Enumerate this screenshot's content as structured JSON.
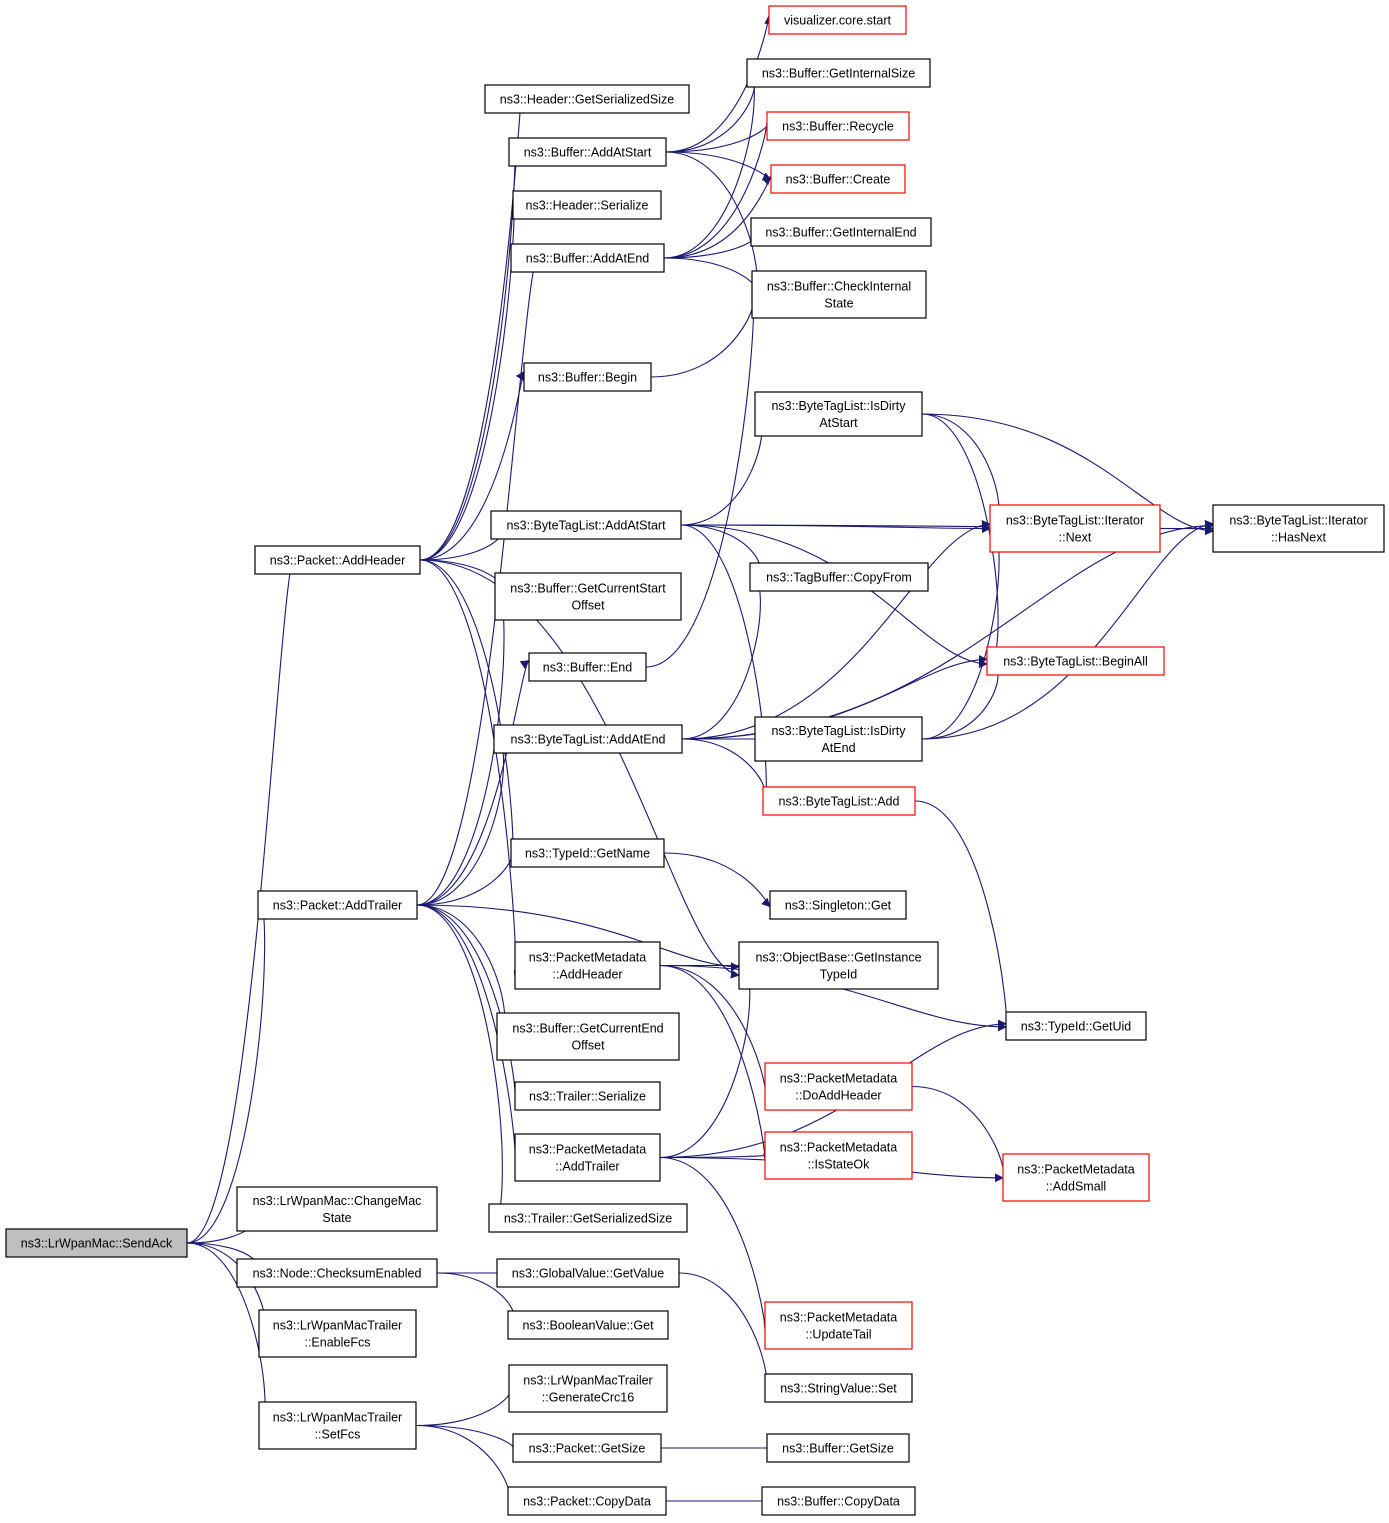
{
  "graph": {
    "nodes": [
      {
        "id": "send_ack",
        "lines": [
          "ns3::LrWpanMac::SendAck"
        ],
        "style": "root"
      },
      {
        "id": "add_header",
        "lines": [
          "ns3::Packet::AddHeader"
        ],
        "style": "normal"
      },
      {
        "id": "add_trailer",
        "lines": [
          "ns3::Packet::AddTrailer"
        ],
        "style": "normal"
      },
      {
        "id": "change_mac_state",
        "lines": [
          "ns3::LrWpanMac::ChangeMac",
          "State"
        ],
        "style": "normal"
      },
      {
        "id": "checksum_enabled",
        "lines": [
          "ns3::Node::ChecksumEnabled"
        ],
        "style": "normal"
      },
      {
        "id": "enable_fcs",
        "lines": [
          "ns3::LrWpanMacTrailer",
          "::EnableFcs"
        ],
        "style": "normal"
      },
      {
        "id": "set_fcs",
        "lines": [
          "ns3::LrWpanMacTrailer",
          "::SetFcs"
        ],
        "style": "normal"
      },
      {
        "id": "hdr_get_serialized_size",
        "lines": [
          "ns3::Header::GetSerializedSize"
        ],
        "style": "normal"
      },
      {
        "id": "buf_add_at_start",
        "lines": [
          "ns3::Buffer::AddAtStart"
        ],
        "style": "normal"
      },
      {
        "id": "hdr_serialize",
        "lines": [
          "ns3::Header::Serialize"
        ],
        "style": "normal"
      },
      {
        "id": "buf_add_at_end",
        "lines": [
          "ns3::Buffer::AddAtEnd"
        ],
        "style": "normal"
      },
      {
        "id": "buf_begin",
        "lines": [
          "ns3::Buffer::Begin"
        ],
        "style": "normal"
      },
      {
        "id": "btl_add_at_start",
        "lines": [
          "ns3::ByteTagList::AddAtStart"
        ],
        "style": "normal"
      },
      {
        "id": "buf_get_current_start_offset",
        "lines": [
          "ns3::Buffer::GetCurrentStart",
          "Offset"
        ],
        "style": "normal"
      },
      {
        "id": "buf_end",
        "lines": [
          "ns3::Buffer::End"
        ],
        "style": "normal"
      },
      {
        "id": "btl_add_at_end",
        "lines": [
          "ns3::ByteTagList::AddAtEnd"
        ],
        "style": "normal"
      },
      {
        "id": "typeid_get_name",
        "lines": [
          "ns3::TypeId::GetName"
        ],
        "style": "normal"
      },
      {
        "id": "pm_add_header",
        "lines": [
          "ns3::PacketMetadata",
          "::AddHeader"
        ],
        "style": "normal"
      },
      {
        "id": "buf_get_current_end_offset",
        "lines": [
          "ns3::Buffer::GetCurrentEnd",
          "Offset"
        ],
        "style": "normal"
      },
      {
        "id": "trl_serialize",
        "lines": [
          "ns3::Trailer::Serialize"
        ],
        "style": "normal"
      },
      {
        "id": "pm_add_trailer",
        "lines": [
          "ns3::PacketMetadata",
          "::AddTrailer"
        ],
        "style": "normal"
      },
      {
        "id": "trl_get_serialized_size",
        "lines": [
          "ns3::Trailer::GetSerializedSize"
        ],
        "style": "normal"
      },
      {
        "id": "gv_get_value",
        "lines": [
          "ns3::GlobalValue::GetValue"
        ],
        "style": "normal"
      },
      {
        "id": "bool_get",
        "lines": [
          "ns3::BooleanValue::Get"
        ],
        "style": "normal"
      },
      {
        "id": "generate_crc16",
        "lines": [
          "ns3::LrWpanMacTrailer",
          "::GenerateCrc16"
        ],
        "style": "normal"
      },
      {
        "id": "pkt_get_size",
        "lines": [
          "ns3::Packet::GetSize"
        ],
        "style": "normal"
      },
      {
        "id": "pkt_copy_data",
        "lines": [
          "ns3::Packet::CopyData"
        ],
        "style": "normal"
      },
      {
        "id": "viz_core_start",
        "lines": [
          "visualizer.core.start"
        ],
        "style": "red"
      },
      {
        "id": "buf_get_internal_size",
        "lines": [
          "ns3::Buffer::GetInternalSize"
        ],
        "style": "normal"
      },
      {
        "id": "buf_recycle",
        "lines": [
          "ns3::Buffer::Recycle"
        ],
        "style": "red"
      },
      {
        "id": "buf_create",
        "lines": [
          "ns3::Buffer::Create"
        ],
        "style": "red"
      },
      {
        "id": "buf_get_internal_end",
        "lines": [
          "ns3::Buffer::GetInternalEnd"
        ],
        "style": "normal"
      },
      {
        "id": "buf_check_internal_state",
        "lines": [
          "ns3::Buffer::CheckInternal",
          "State"
        ],
        "style": "normal"
      },
      {
        "id": "btl_is_dirty_at_start",
        "lines": [
          "ns3::ByteTagList::IsDirty",
          "AtStart"
        ],
        "style": "normal"
      },
      {
        "id": "tagbuf_copy_from",
        "lines": [
          "ns3::TagBuffer::CopyFrom"
        ],
        "style": "normal"
      },
      {
        "id": "btl_is_dirty_at_end",
        "lines": [
          "ns3::ByteTagList::IsDirty",
          "AtEnd"
        ],
        "style": "normal"
      },
      {
        "id": "btl_add",
        "lines": [
          "ns3::ByteTagList::Add"
        ],
        "style": "red"
      },
      {
        "id": "singleton_get",
        "lines": [
          "ns3::Singleton::Get"
        ],
        "style": "normal"
      },
      {
        "id": "ob_get_instance_typeid",
        "lines": [
          "ns3::ObjectBase::GetInstance",
          "TypeId"
        ],
        "style": "normal"
      },
      {
        "id": "pm_do_add_header",
        "lines": [
          "ns3::PacketMetadata",
          "::DoAddHeader"
        ],
        "style": "red"
      },
      {
        "id": "pm_is_state_ok",
        "lines": [
          "ns3::PacketMetadata",
          "::IsStateOk"
        ],
        "style": "red"
      },
      {
        "id": "pm_update_tail",
        "lines": [
          "ns3::PacketMetadata",
          "::UpdateTail"
        ],
        "style": "red"
      },
      {
        "id": "sv_set",
        "lines": [
          "ns3::StringValue::Set"
        ],
        "style": "normal"
      },
      {
        "id": "buf_get_size",
        "lines": [
          "ns3::Buffer::GetSize"
        ],
        "style": "normal"
      },
      {
        "id": "buf_copy_data",
        "lines": [
          "ns3::Buffer::CopyData"
        ],
        "style": "normal"
      },
      {
        "id": "btl_iter_next",
        "lines": [
          "ns3::ByteTagList::Iterator",
          "::Next"
        ],
        "style": "red"
      },
      {
        "id": "btl_begin_all",
        "lines": [
          "ns3::ByteTagList::BeginAll"
        ],
        "style": "red"
      },
      {
        "id": "typeid_get_uid",
        "lines": [
          "ns3::TypeId::GetUid"
        ],
        "style": "normal"
      },
      {
        "id": "pm_add_small",
        "lines": [
          "ns3::PacketMetadata",
          "::AddSmall"
        ],
        "style": "red"
      },
      {
        "id": "btl_iter_has_next",
        "lines": [
          "ns3::ByteTagList::Iterator",
          "::HasNext"
        ],
        "style": "normal"
      }
    ],
    "edges": [
      [
        "send_ack",
        "add_header"
      ],
      [
        "send_ack",
        "add_trailer"
      ],
      [
        "send_ack",
        "change_mac_state"
      ],
      [
        "send_ack",
        "checksum_enabled"
      ],
      [
        "send_ack",
        "enable_fcs"
      ],
      [
        "send_ack",
        "set_fcs"
      ],
      [
        "add_header",
        "hdr_get_serialized_size"
      ],
      [
        "add_header",
        "buf_add_at_start"
      ],
      [
        "add_header",
        "hdr_serialize"
      ],
      [
        "add_header",
        "buf_begin"
      ],
      [
        "add_header",
        "btl_add_at_start"
      ],
      [
        "add_header",
        "buf_get_current_start_offset"
      ],
      [
        "add_header",
        "typeid_get_name"
      ],
      [
        "add_header",
        "pm_add_header"
      ],
      [
        "add_header",
        "ob_get_instance_typeid"
      ],
      [
        "add_trailer",
        "buf_add_at_end"
      ],
      [
        "add_trailer",
        "buf_get_current_start_offset"
      ],
      [
        "add_trailer",
        "buf_end"
      ],
      [
        "add_trailer",
        "btl_add_at_end"
      ],
      [
        "add_trailer",
        "typeid_get_name"
      ],
      [
        "add_trailer",
        "ob_get_instance_typeid"
      ],
      [
        "add_trailer",
        "buf_get_current_end_offset"
      ],
      [
        "add_trailer",
        "trl_serialize"
      ],
      [
        "add_trailer",
        "pm_add_trailer"
      ],
      [
        "add_trailer",
        "trl_get_serialized_size"
      ],
      [
        "checksum_enabled",
        "gv_get_value"
      ],
      [
        "checksum_enabled",
        "bool_get"
      ],
      [
        "gv_get_value",
        "sv_set"
      ],
      [
        "set_fcs",
        "generate_crc16"
      ],
      [
        "set_fcs",
        "pkt_get_size"
      ],
      [
        "set_fcs",
        "pkt_copy_data"
      ],
      [
        "pkt_get_size",
        "buf_get_size"
      ],
      [
        "pkt_copy_data",
        "buf_copy_data"
      ],
      [
        "buf_add_at_start",
        "viz_core_start"
      ],
      [
        "buf_add_at_start",
        "buf_get_internal_size"
      ],
      [
        "buf_add_at_start",
        "buf_recycle"
      ],
      [
        "buf_add_at_start",
        "buf_create"
      ],
      [
        "buf_add_at_start",
        "buf_check_internal_state"
      ],
      [
        "buf_add_at_end",
        "buf_get_internal_size"
      ],
      [
        "buf_add_at_end",
        "buf_recycle"
      ],
      [
        "buf_add_at_end",
        "buf_create"
      ],
      [
        "buf_add_at_end",
        "buf_get_internal_end"
      ],
      [
        "buf_add_at_end",
        "buf_check_internal_state"
      ],
      [
        "buf_begin",
        "buf_check_internal_state"
      ],
      [
        "buf_end",
        "buf_check_internal_state"
      ],
      [
        "btl_add_at_start",
        "btl_is_dirty_at_start"
      ],
      [
        "btl_add_at_start",
        "btl_iter_next"
      ],
      [
        "btl_add_at_start",
        "btl_iter_has_next"
      ],
      [
        "btl_add_at_start",
        "tagbuf_copy_from"
      ],
      [
        "btl_add_at_start",
        "btl_begin_all"
      ],
      [
        "btl_add_at_start",
        "btl_add"
      ],
      [
        "btl_is_dirty_at_start",
        "btl_iter_next"
      ],
      [
        "btl_is_dirty_at_start",
        "btl_iter_has_next"
      ],
      [
        "btl_is_dirty_at_start",
        "btl_begin_all"
      ],
      [
        "btl_iter_next",
        "btl_iter_has_next"
      ],
      [
        "btl_add_at_end",
        "btl_is_dirty_at_end"
      ],
      [
        "btl_add_at_end",
        "btl_begin_all"
      ],
      [
        "btl_add_at_end",
        "btl_iter_next"
      ],
      [
        "btl_add_at_end",
        "tagbuf_copy_from"
      ],
      [
        "btl_add_at_end",
        "btl_add"
      ],
      [
        "btl_add_at_end",
        "btl_iter_has_next"
      ],
      [
        "btl_is_dirty_at_end",
        "btl_iter_next"
      ],
      [
        "btl_is_dirty_at_end",
        "btl_begin_all"
      ],
      [
        "btl_is_dirty_at_end",
        "btl_iter_has_next"
      ],
      [
        "btl_add",
        "typeid_get_uid"
      ],
      [
        "typeid_get_name",
        "singleton_get"
      ],
      [
        "pm_add_header",
        "ob_get_instance_typeid"
      ],
      [
        "pm_add_header",
        "typeid_get_uid"
      ],
      [
        "pm_add_header",
        "pm_do_add_header"
      ],
      [
        "pm_add_header",
        "pm_is_state_ok"
      ],
      [
        "pm_do_add_header",
        "pm_add_small"
      ],
      [
        "pm_add_trailer",
        "ob_get_instance_typeid"
      ],
      [
        "pm_add_trailer",
        "pm_is_state_ok"
      ],
      [
        "pm_add_trailer",
        "typeid_get_uid"
      ],
      [
        "pm_add_trailer",
        "pm_add_small"
      ],
      [
        "pm_add_trailer",
        "pm_update_tail"
      ]
    ]
  }
}
